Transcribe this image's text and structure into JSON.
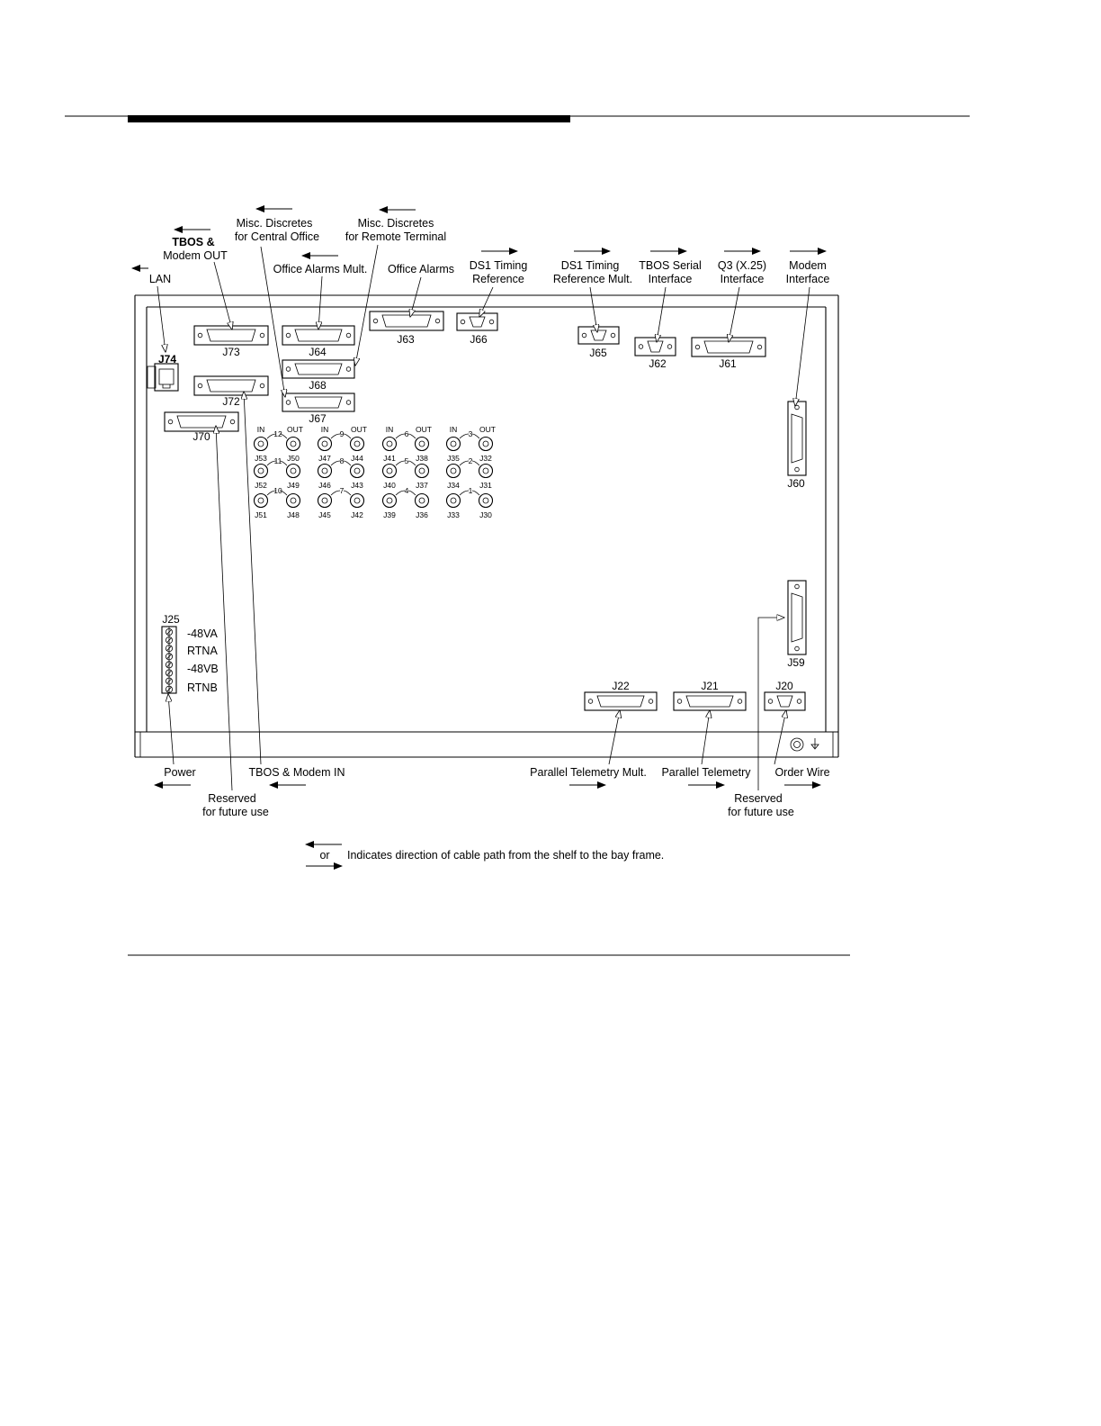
{
  "labels": {
    "lan": "LAN",
    "tbos_modem_out_1": "TBOS &",
    "tbos_modem_out_2": "Modem OUT",
    "misc_co_1": "Misc. Discretes",
    "misc_co_2": "for Central Office",
    "misc_rt_1": "Misc. Discretes",
    "misc_rt_2": "for Remote Terminal",
    "office_alarms_mult": "Office Alarms Mult.",
    "office_alarms": "Office Alarms",
    "ds1_timing_1": "DS1 Timing",
    "ds1_timing_2": "Reference",
    "ds1_timing_mult_1": "DS1 Timing",
    "ds1_timing_mult_2": "Reference Mult.",
    "tbos_serial_1": "TBOS Serial",
    "tbos_serial_2": "Interface",
    "q3_1": "Q3 (X.25)",
    "q3_2": "Interface",
    "modem_if_1": "Modem",
    "modem_if_2": "Interface",
    "power": "Power",
    "reserved_left_1": "Reserved",
    "reserved_left_2": "for future use",
    "tbos_modem_in": "TBOS & Modem IN",
    "parallel_telemetry_mult": "Parallel Telemetry Mult.",
    "parallel_telemetry": "Parallel Telemetry",
    "order_wire": "Order Wire",
    "reserved_right_1": "Reserved",
    "reserved_right_2": "for future use",
    "legend_or": "or",
    "legend_text": "Indicates direction of cable path from the shelf to the bay frame."
  },
  "jacks": {
    "j74": "J74",
    "j73": "J73",
    "j72": "J72",
    "j70": "J70",
    "j64": "J64",
    "j68": "J68",
    "j67": "J67",
    "j63": "J63",
    "j66": "J66",
    "j65": "J65",
    "j62": "J62",
    "j61": "J61",
    "j60": "J60",
    "j59": "J59",
    "j25": "J25",
    "j22": "J22",
    "j21": "J21",
    "j20": "J20"
  },
  "power_terminals": [
    "-48VA",
    "RTNA",
    "-48VB",
    "RTNB"
  ],
  "bnc_groups": [
    {
      "in_label": "IN",
      "out_label": "OUT",
      "rows": [
        {
          "num": "12",
          "in": "J53",
          "out": "J50"
        },
        {
          "num": "11",
          "in": "J52",
          "out": "J49"
        },
        {
          "num": "10",
          "in": "J51",
          "out": "J48"
        }
      ]
    },
    {
      "in_label": "IN",
      "out_label": "OUT",
      "rows": [
        {
          "num": "9",
          "in": "J47",
          "out": "J44"
        },
        {
          "num": "8",
          "in": "J46",
          "out": "J43"
        },
        {
          "num": "7",
          "in": "J45",
          "out": "J42"
        }
      ]
    },
    {
      "in_label": "IN",
      "out_label": "OUT",
      "rows": [
        {
          "num": "6",
          "in": "J41",
          "out": "J38"
        },
        {
          "num": "5",
          "in": "J40",
          "out": "J37"
        },
        {
          "num": "4",
          "in": "J39",
          "out": "J36"
        }
      ]
    },
    {
      "in_label": "IN",
      "out_label": "OUT",
      "rows": [
        {
          "num": "3",
          "in": "J35",
          "out": "J32"
        },
        {
          "num": "2",
          "in": "J34",
          "out": "J31"
        },
        {
          "num": "1",
          "in": "J33",
          "out": "J30"
        }
      ]
    }
  ]
}
